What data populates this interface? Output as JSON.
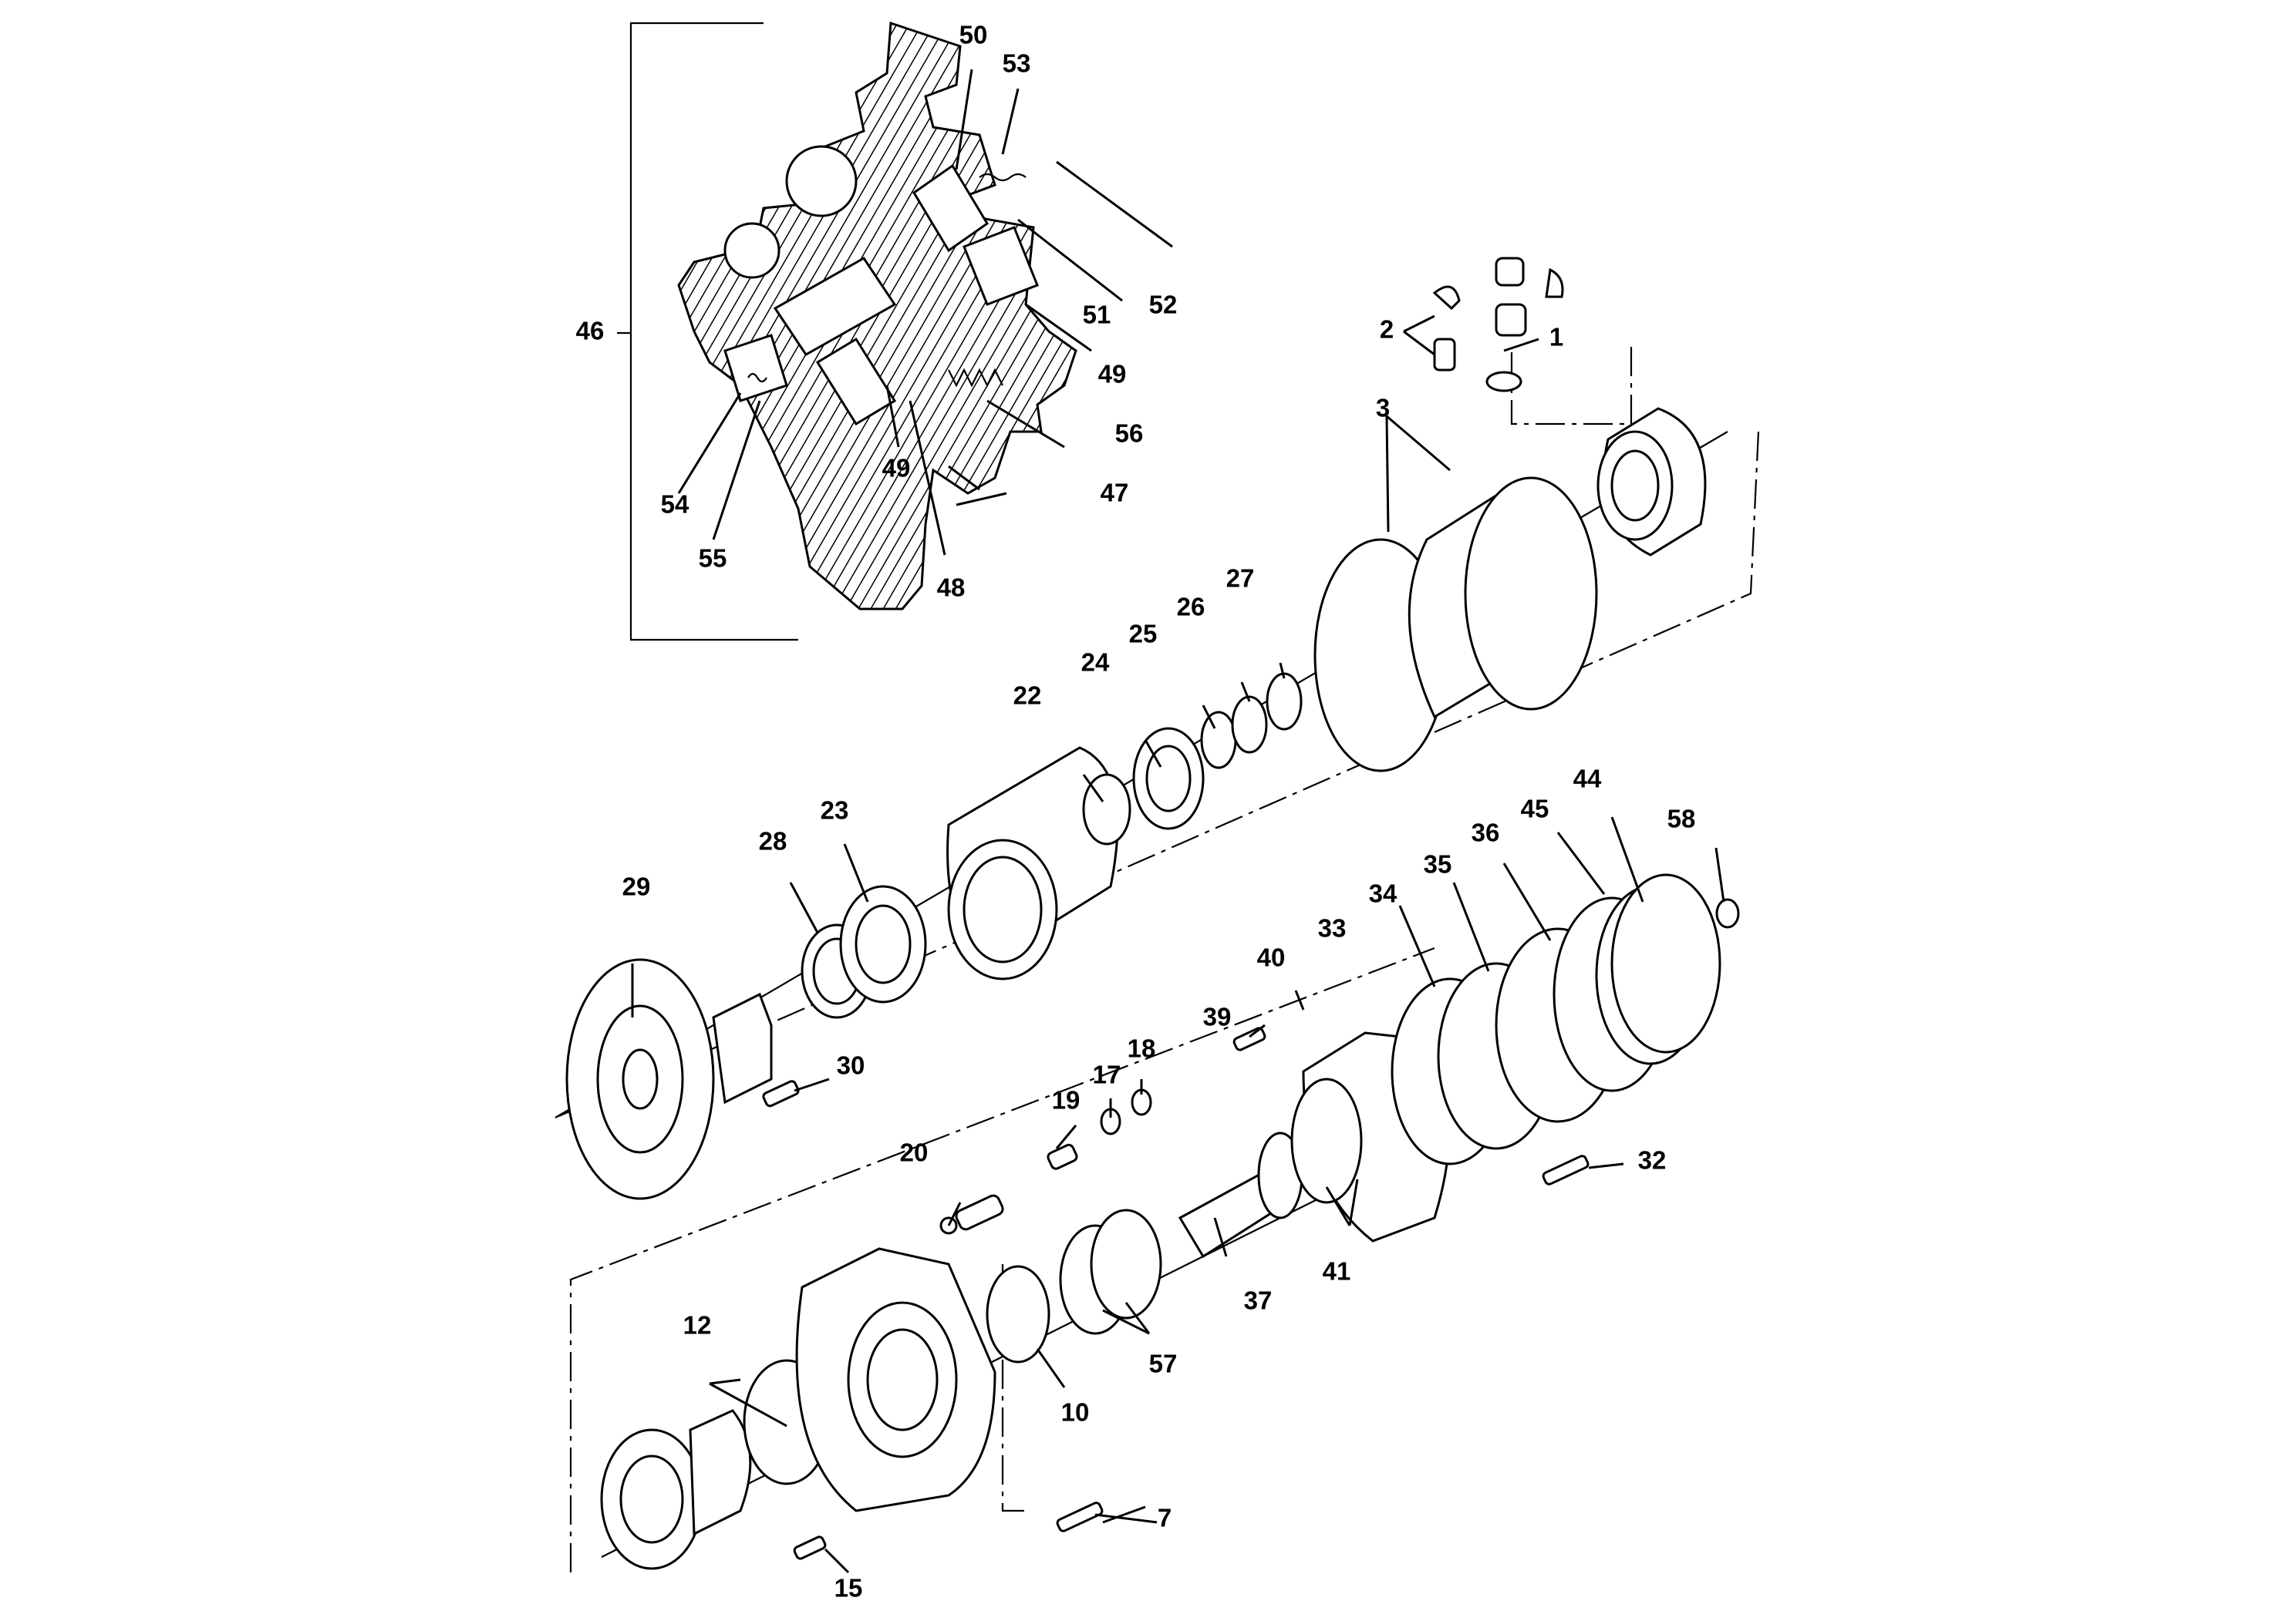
{
  "diagram": {
    "callouts": [
      "1",
      "2",
      "3",
      "7",
      "10",
      "12",
      "15",
      "17",
      "18",
      "19",
      "20",
      "22",
      "23",
      "24",
      "25",
      "26",
      "27",
      "28",
      "29",
      "30",
      "32",
      "33",
      "34",
      "35",
      "36",
      "37",
      "39",
      "40",
      "41",
      "44",
      "45",
      "46",
      "47",
      "48",
      "49",
      "49",
      "50",
      "51",
      "52",
      "53",
      "54",
      "55",
      "56",
      "57",
      "58"
    ]
  }
}
